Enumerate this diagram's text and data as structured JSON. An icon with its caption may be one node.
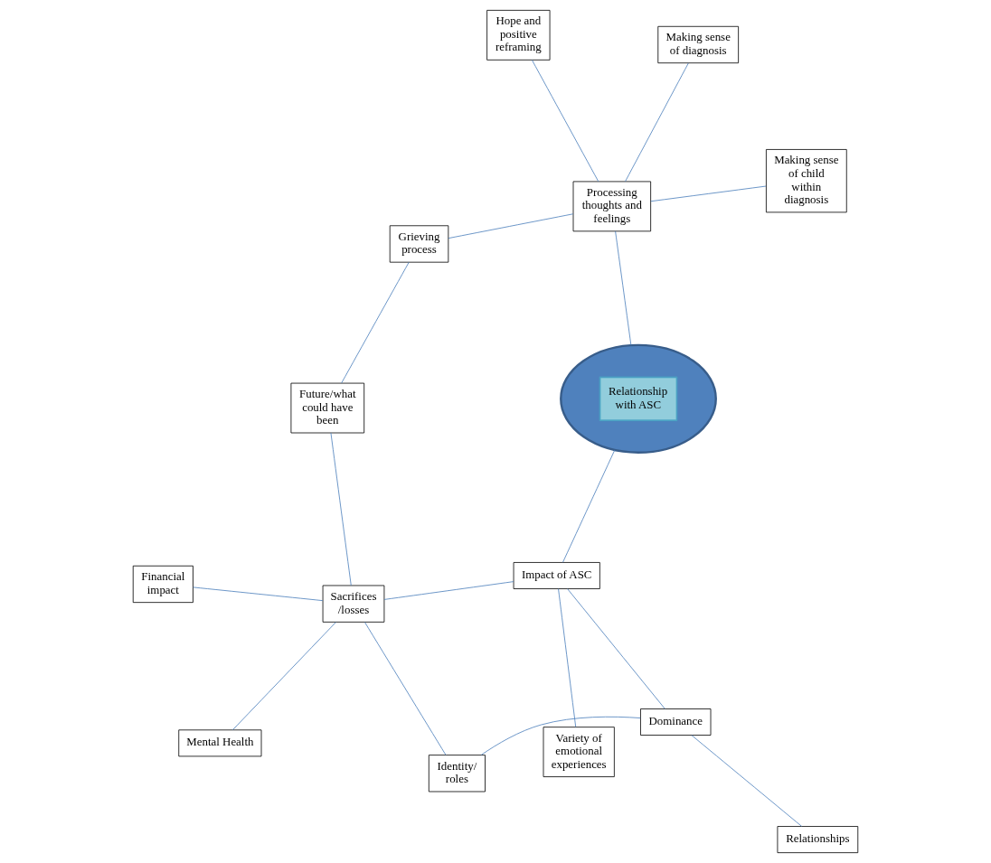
{
  "diagram": {
    "nodes": [
      {
        "text": [
          "Mental Health"
        ]
      },
      {
        "text": [
          "Financial impact"
        ]
      },
      {
        "text": [
          "Sacrifices /losses"
        ]
      },
      {
        "text": [
          "Future/what could have been"
        ]
      },
      {
        "text": [
          "Grieving process"
        ]
      },
      {
        "text": [
          "Identity/ roles"
        ]
      },
      {
        "text": [
          "Impact of ASC"
        ]
      },
      {
        "text": [
          "Relationship with ASC"
        ]
      },
      {
        "text": [
          "Dominance"
        ]
      },
      {
        "text": [
          "Variety of emotional experiences"
        ]
      },
      {
        "text": [
          "Processing thoughts and feelings"
        ]
      },
      {
        "text": [
          "Hope and positive reframing"
        ]
      },
      {
        "text": [
          "Relationships"
        ]
      },
      {
        "text": [
          "Making sense of child within diagnosis"
        ]
      },
      {
        "text": [
          "Making sense of diagnosis"
        ]
      }
    ],
    "edges": [
      {
        "from": 2,
        "to": 1,
        "arrow": "none"
      },
      {
        "from": 2,
        "to": 0,
        "arrow": "none"
      },
      {
        "from": 2,
        "to": 3,
        "arrow": "none"
      },
      {
        "from": 2,
        "to": 5,
        "arrow": "none"
      },
      {
        "from": 2,
        "to": 6,
        "arrow": "none"
      },
      {
        "from": 3,
        "to": 4,
        "arrow": "none"
      },
      {
        "from": 6,
        "to": 7,
        "arrow": "none"
      },
      {
        "from": 6,
        "to": 8,
        "arrow": "none"
      },
      {
        "from": 6,
        "to": 9,
        "arrow": "none"
      },
      {
        "from": 5,
        "to": 8,
        "arrow": "none"
      },
      {
        "from": 8,
        "to": 12,
        "arrow": "none"
      },
      {
        "from": 7,
        "to": 10,
        "arrow": "none"
      },
      {
        "from": 4,
        "to": 10,
        "arrow": "none"
      },
      {
        "from": 10,
        "to": 11,
        "arrow": "none"
      },
      {
        "from": 10,
        "to": 13,
        "arrow": "none"
      },
      {
        "from": 10,
        "to": 14,
        "arrow": "none"
      }
    ]
  }
}
